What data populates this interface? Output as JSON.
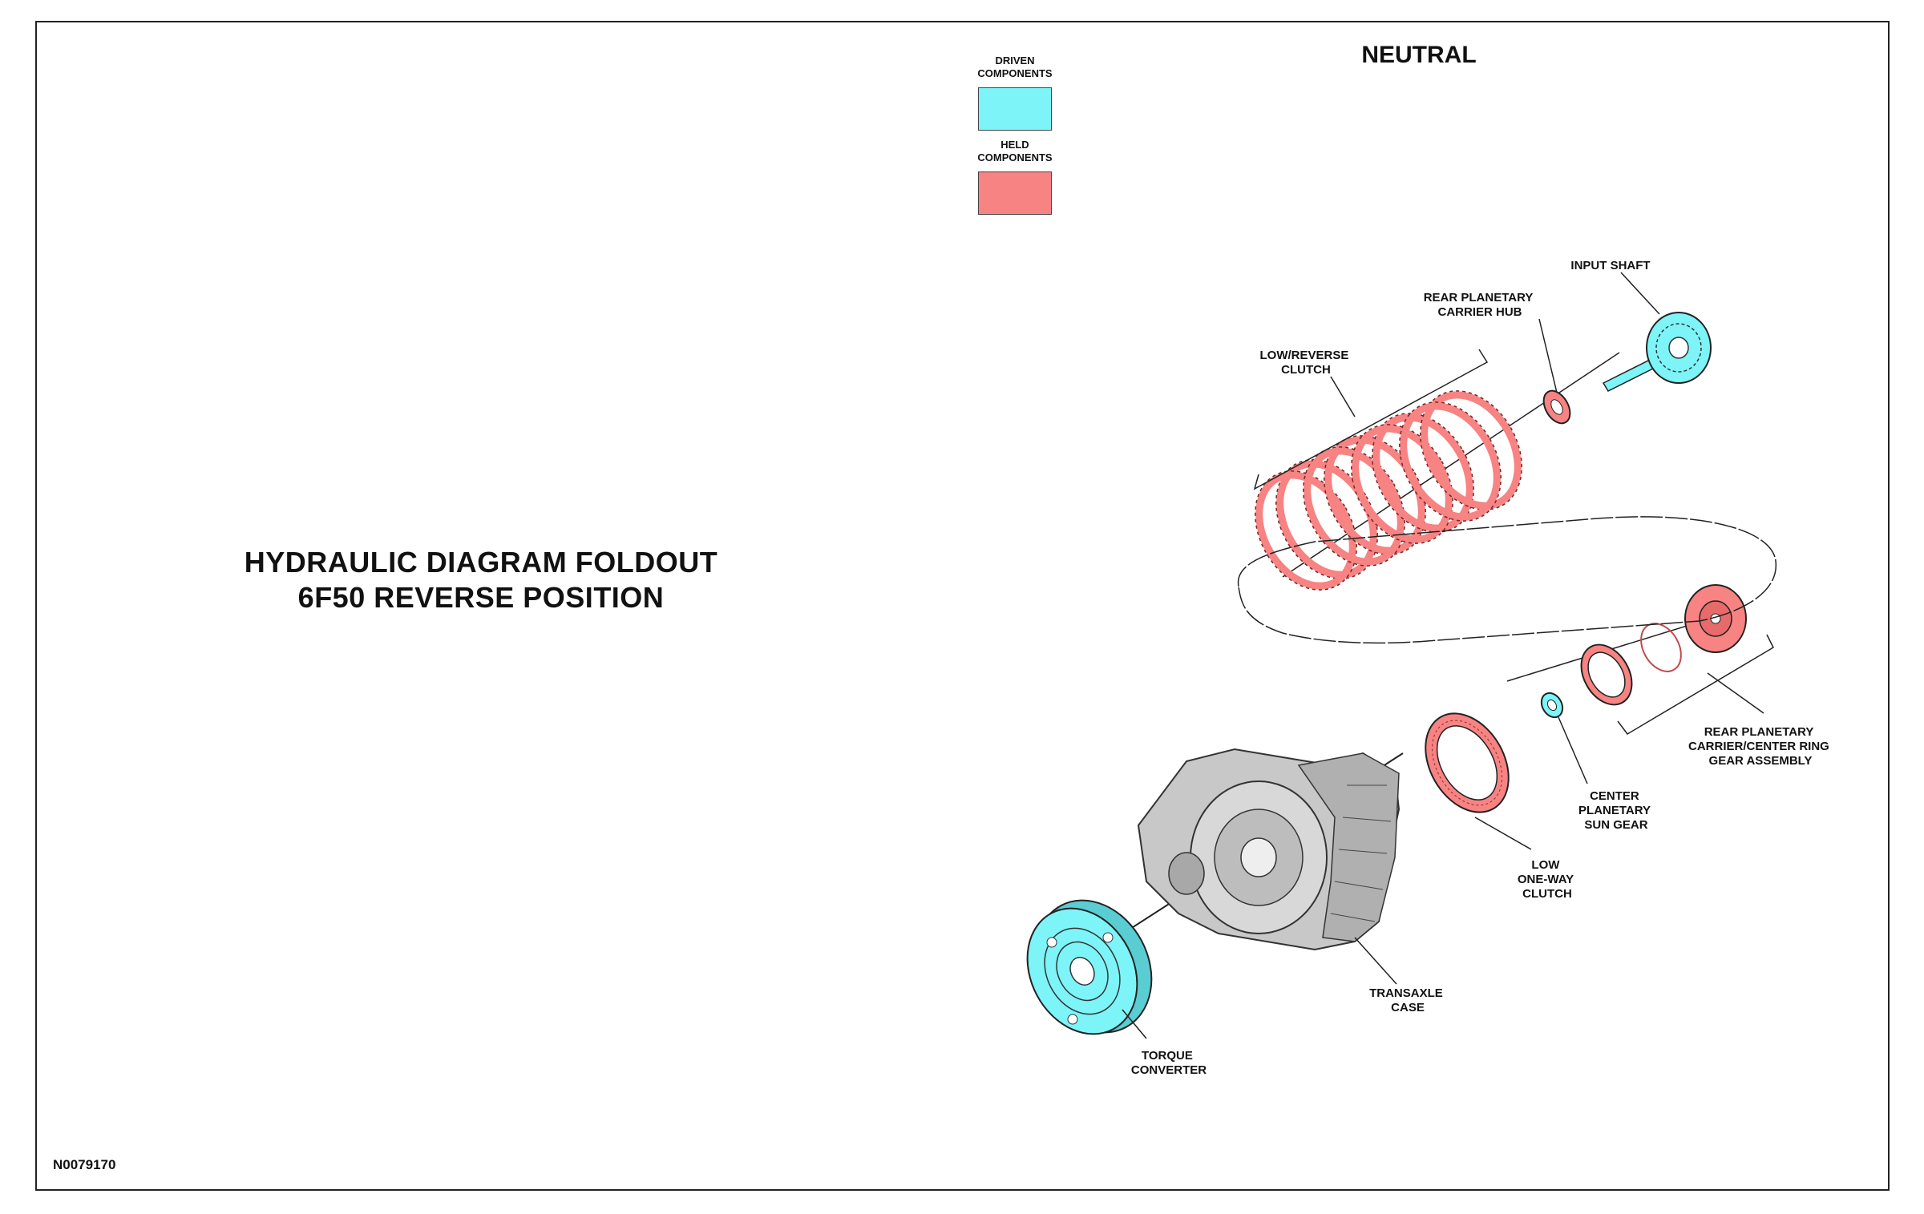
{
  "title": {
    "line1": "HYDRAULIC DIAGRAM FOLDOUT",
    "line2": "6F50 REVERSE POSITION"
  },
  "position_label": "NEUTRAL",
  "legend": {
    "driven": {
      "label_line1": "DRIVEN",
      "label_line2": "COMPONENTS",
      "color": "#7DF4F7"
    },
    "held": {
      "label_line1": "HELD",
      "label_line2": "COMPONENTS",
      "color": "#F78383"
    }
  },
  "figure_code": "N0079170",
  "callouts": {
    "input_shaft": [
      "INPUT SHAFT"
    ],
    "rear_planetary_carrier_hub": [
      "REAR PLANETARY",
      "CARRIER HUB"
    ],
    "low_reverse_clutch": [
      "LOW/REVERSE",
      "CLUTCH"
    ],
    "rear_planetary_carrier_center_ring": [
      "REAR PLANETARY",
      "CARRIER/CENTER RING",
      "GEAR ASSEMBLY"
    ],
    "center_planetary_sun_gear": [
      "CENTER",
      "PLANETARY",
      "SUN GEAR"
    ],
    "low_one_way_clutch": [
      "LOW",
      "ONE-WAY",
      "CLUTCH"
    ],
    "transaxle_case": [
      "TRANSAXLE",
      "CASE"
    ],
    "torque_converter": [
      "TORQUE",
      "CONVERTER"
    ]
  },
  "component_states": {
    "input_shaft": "driven",
    "rear_planetary_carrier_hub": "held",
    "low_reverse_clutch": "held",
    "rear_planetary_carrier_center_ring": "held",
    "center_planetary_sun_gear": "driven",
    "low_one_way_clutch": "held",
    "transaxle_case": "none",
    "torque_converter": "driven"
  }
}
